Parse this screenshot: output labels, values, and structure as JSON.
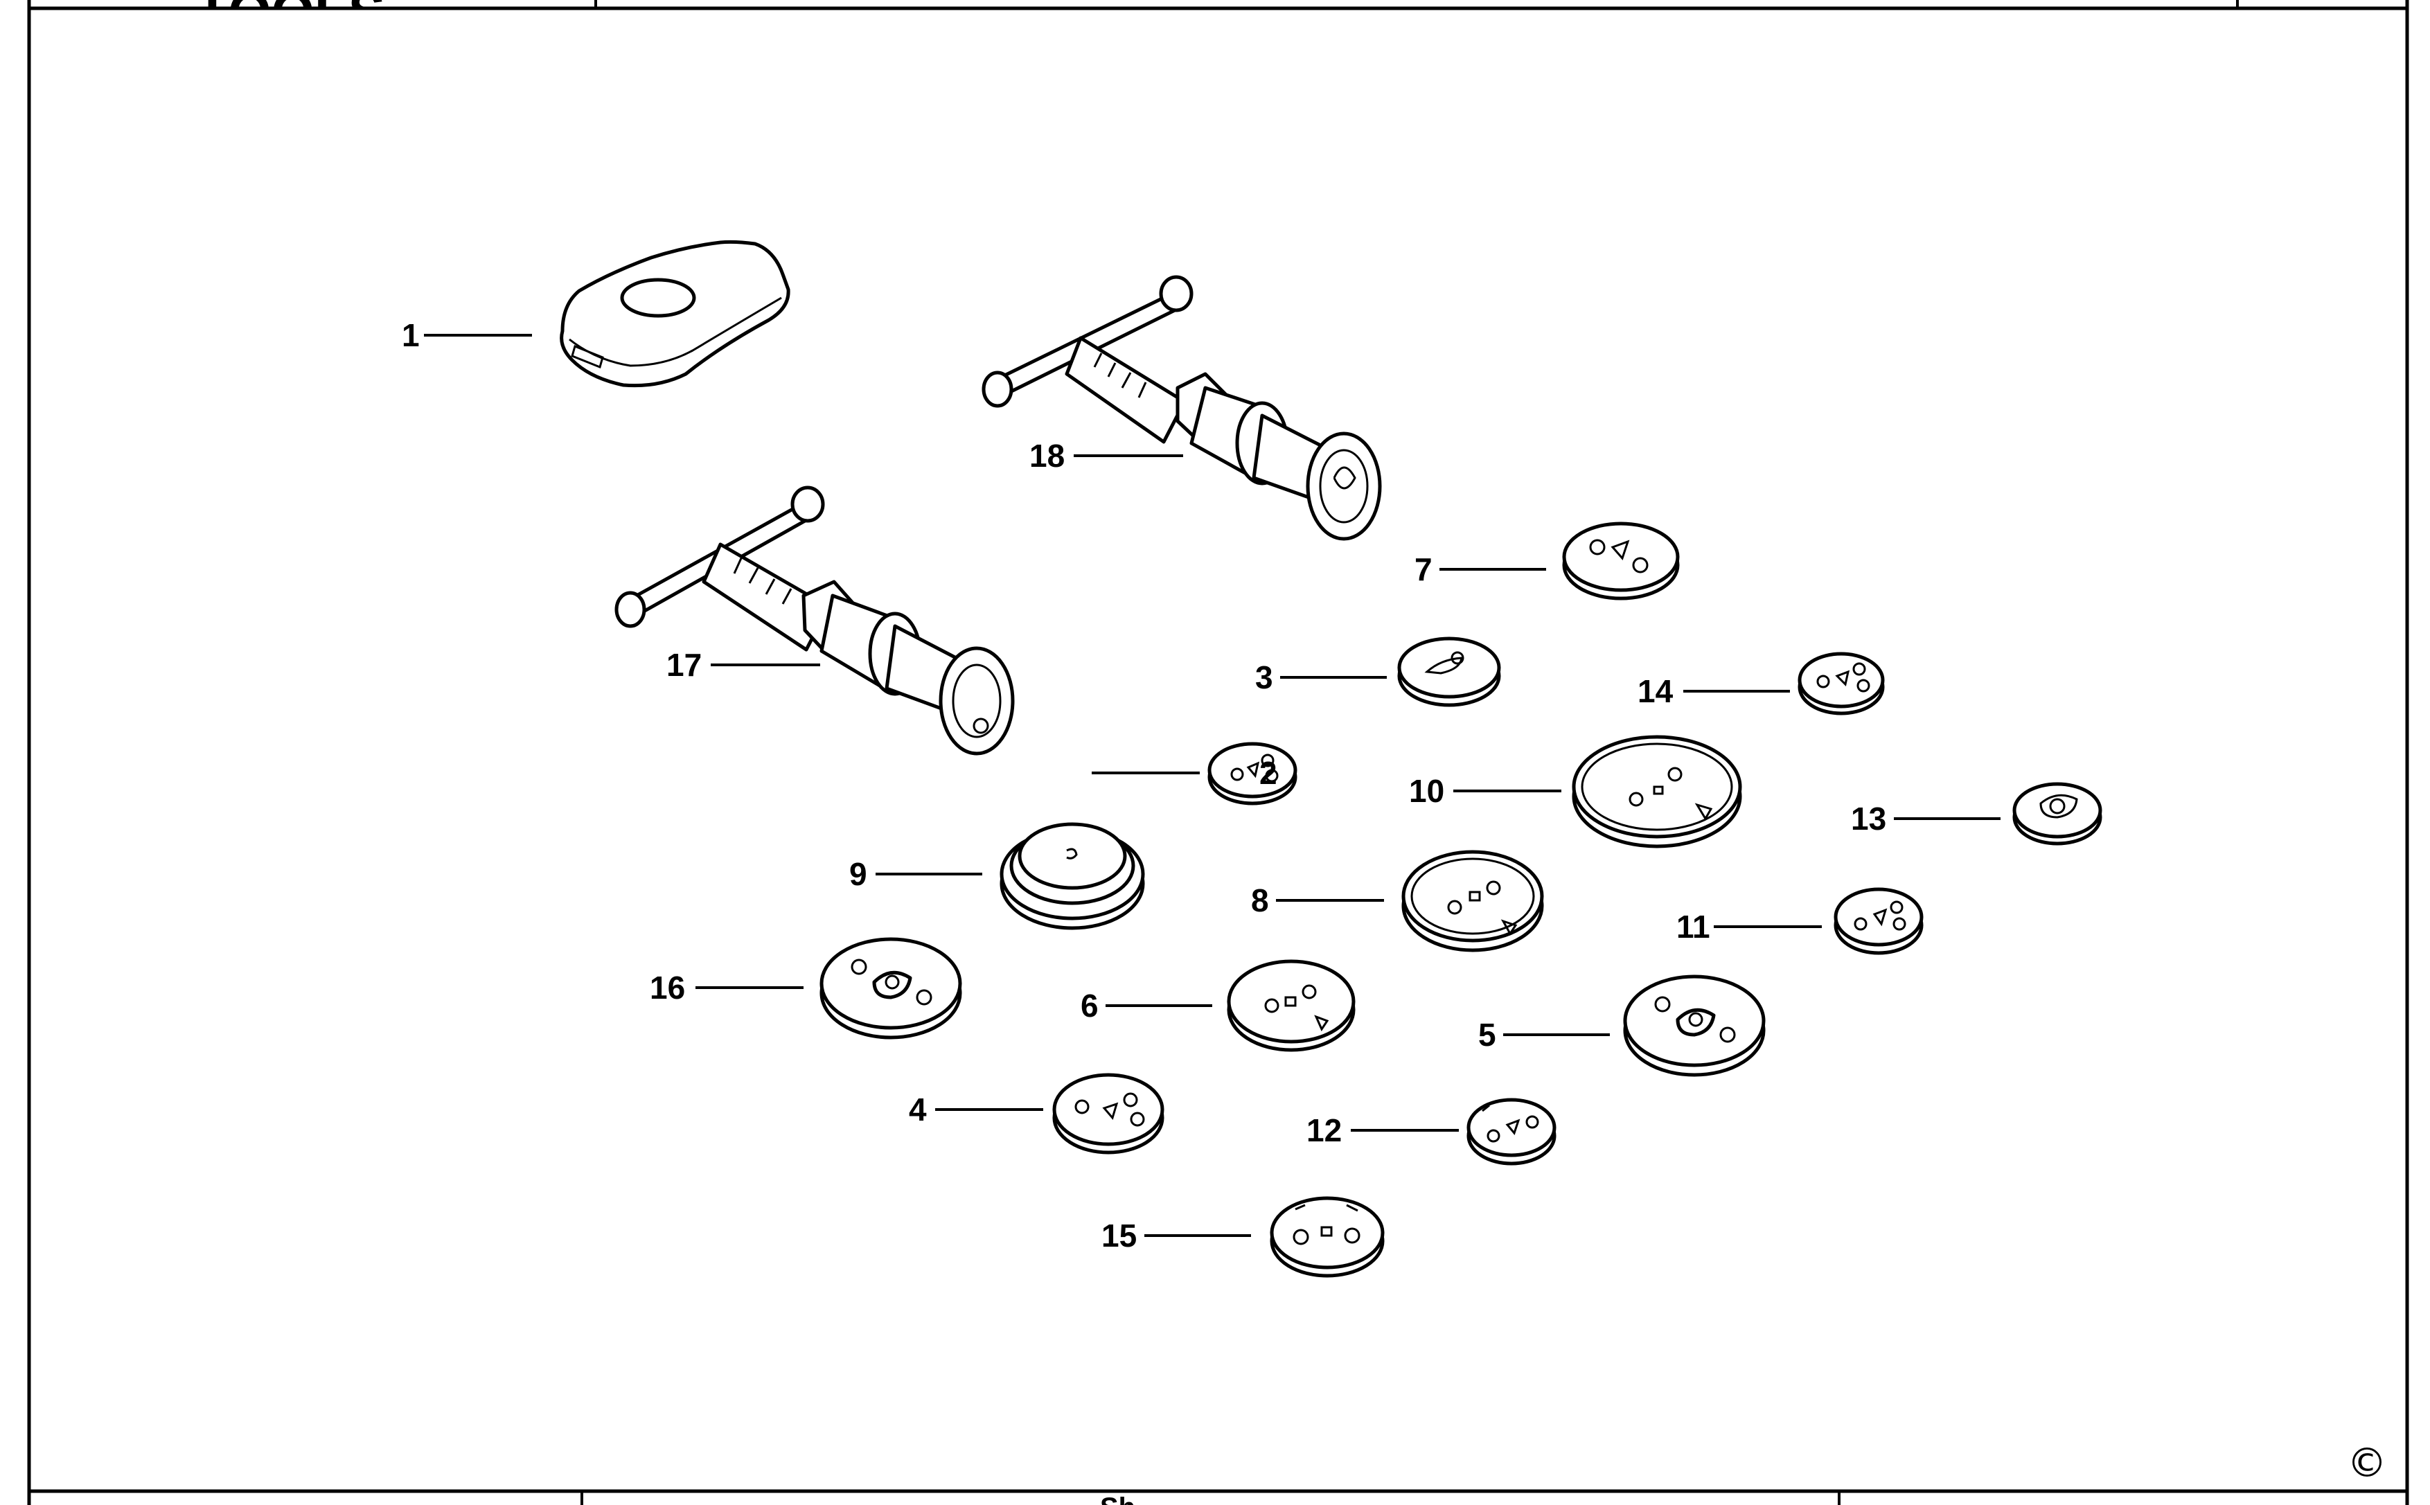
{
  "header": {
    "logo_text": "TOOLS"
  },
  "footer": {
    "partial_text": "Sh..."
  },
  "copyright_symbol": "©",
  "callouts": [
    {
      "id": "1",
      "label": "1"
    },
    {
      "id": "2",
      "label": "2"
    },
    {
      "id": "3",
      "label": "3"
    },
    {
      "id": "4",
      "label": "4"
    },
    {
      "id": "5",
      "label": "5"
    },
    {
      "id": "6",
      "label": "6"
    },
    {
      "id": "7",
      "label": "7"
    },
    {
      "id": "8",
      "label": "8"
    },
    {
      "id": "9",
      "label": "9"
    },
    {
      "id": "10",
      "label": "10"
    },
    {
      "id": "11",
      "label": "11"
    },
    {
      "id": "12",
      "label": "12"
    },
    {
      "id": "13",
      "label": "13"
    },
    {
      "id": "14",
      "label": "14"
    },
    {
      "id": "15",
      "label": "15"
    },
    {
      "id": "16",
      "label": "16"
    },
    {
      "id": "17",
      "label": "17"
    },
    {
      "id": "18",
      "label": "18"
    }
  ]
}
